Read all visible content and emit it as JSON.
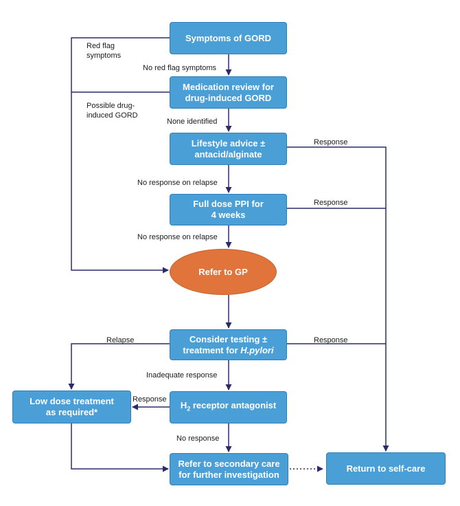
{
  "nodes": {
    "symptoms": "Symptoms of GORD",
    "med_review": [
      "Medication review for",
      "drug-induced GORD"
    ],
    "lifestyle": [
      "Lifestyle advice ±",
      "antacid/alginate"
    ],
    "ppi": [
      "Full dose PPI for",
      "4 weeks"
    ],
    "refer_gp": "Refer to GP",
    "testing_line1": "Consider testing ±",
    "testing_line2_prefix": "treatment for ",
    "testing_line2_italic": "H.pylori",
    "h2_prefix": "H",
    "h2_sub": "2",
    "h2_suffix": " receptor antagonist",
    "low_dose": [
      "Low dose treatment",
      "as required*"
    ],
    "secondary": [
      "Refer to secondary care",
      "for further investigation"
    ],
    "self_care": "Return to self-care"
  },
  "edge_labels": {
    "red_flag": [
      "Red flag",
      "symptoms"
    ],
    "no_red_flag": "No red flag symptoms",
    "drug_induced": [
      "Possible drug-",
      "induced GORD"
    ],
    "none_identified": "None identified",
    "no_response_relapse_1": "No response on relapse",
    "no_response_relapse_2": "No response on relapse",
    "response_1": "Response",
    "response_2": "Response",
    "response_3": "Response",
    "relapse": "Relapse",
    "inadequate_response": "Inadequate response",
    "response_h2": "Response",
    "no_response": "No response"
  },
  "colors": {
    "box_fill": "#4a9fd7",
    "oval_fill": "#e0743a",
    "line": "#2b2b6b"
  }
}
